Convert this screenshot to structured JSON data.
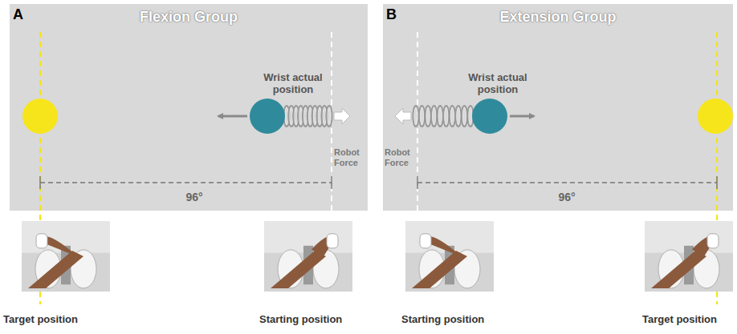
{
  "diagram": {
    "nodes": [
      {
        "text": [
          "Flexion Group"
        ]
      },
      {
        "text": [
          "Extension Group"
        ]
      }
    ],
    "labels": [
      "A",
      "Wrist actual position",
      "Robot Force",
      "96°",
      "Target position",
      "Starting position",
      "B",
      "Wrist actual position",
      "Robot Force",
      "96°",
      "Starting position",
      "Target position"
    ]
  }
}
